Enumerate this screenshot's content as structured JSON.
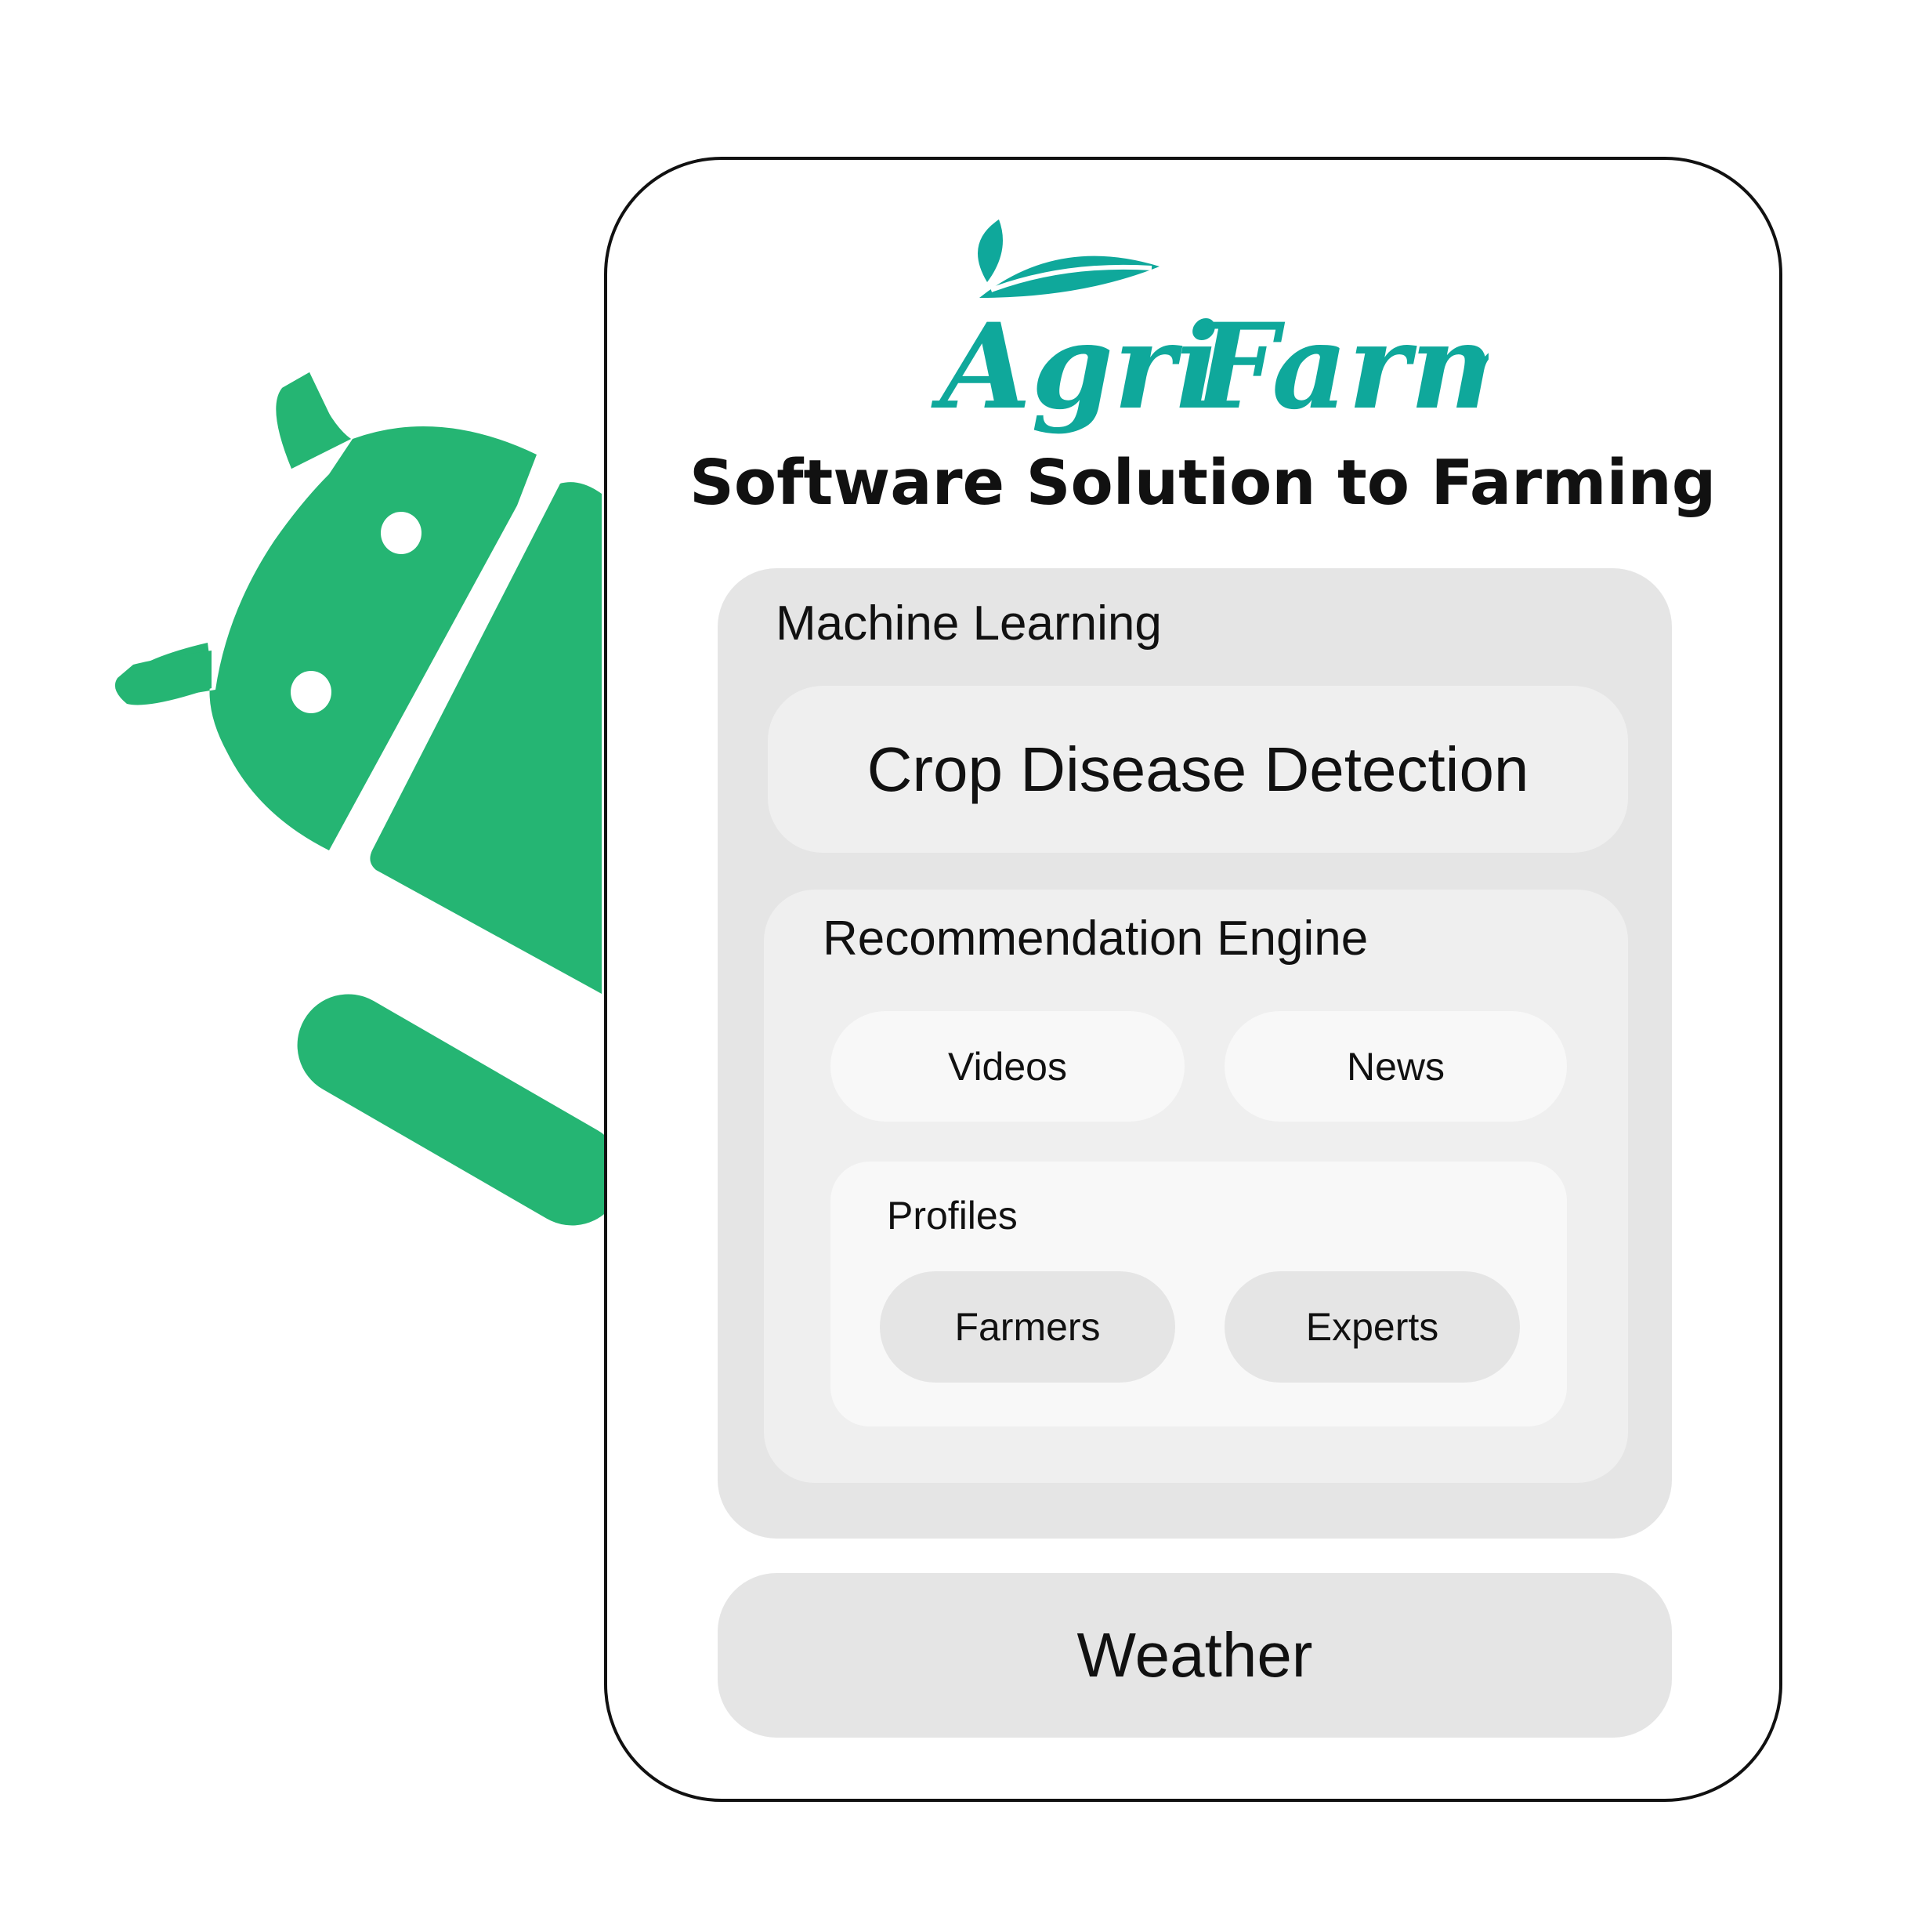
{
  "logo": {
    "word1": "Agri",
    "word2": "Farm",
    "color": "#0fa89b"
  },
  "subtitle": "Software Solution to Farming",
  "android_color": "#25b573",
  "machine_learning": {
    "label": "Machine Learning",
    "crop_disease": "Crop Disease Detection",
    "recommendation": {
      "label": "Recommendation Engine",
      "videos": "Videos",
      "news": "News",
      "profiles": {
        "label": "Profiles",
        "farmers": "Farmers",
        "experts": "Experts"
      }
    }
  },
  "weather": "Weather"
}
